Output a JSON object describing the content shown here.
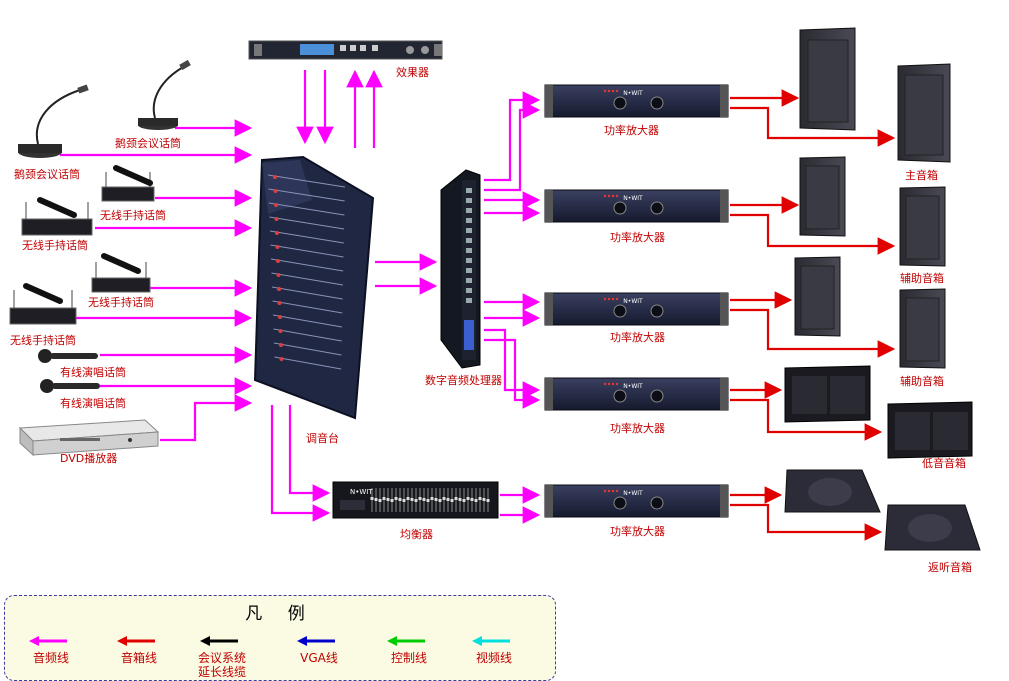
{
  "labels": {
    "effects": "效果器",
    "gooseneck_mic_1": "鹅颈会议话筒",
    "gooseneck_mic_2": "鹅颈会议话筒",
    "wireless_mic_1": "无线手持话筒",
    "wireless_mic_2": "无线手持话筒",
    "wireless_mic_3": "无线手持话筒",
    "wireless_mic_4": "无线手持话筒",
    "wired_mic_1": "有线演唱话筒",
    "wired_mic_2": "有线演唱话筒",
    "dvd": "DVD播放器",
    "mixer": "调音台",
    "processor": "数字音频处理器",
    "equalizer": "均衡器",
    "amp_1": "功率放大器",
    "amp_2": "功率放大器",
    "amp_3": "功率放大器",
    "amp_4": "功率放大器",
    "amp_5": "功率放大器",
    "main_speaker": "主音箱",
    "aux_speaker_1": "辅助音箱",
    "aux_speaker_2": "辅助音箱",
    "subwoofer": "低音音箱",
    "monitor": "返听音箱"
  },
  "device_text": {
    "amp_brand": "N•WIT",
    "eq_brand": "N•WIT"
  },
  "legend": {
    "title": "凡 例",
    "items": [
      {
        "label": "音频线",
        "color": "#ff00ff"
      },
      {
        "label": "音箱线",
        "color": "#e00000"
      },
      {
        "label": "会议系统\n延长线缆",
        "color": "#000000"
      },
      {
        "label": "VGA线",
        "color": "#0000cc"
      },
      {
        "label": "控制线",
        "color": "#00cc00"
      },
      {
        "label": "视频线",
        "color": "#00e0e0"
      }
    ]
  },
  "colors": {
    "audio_line": "#ff00ff",
    "speaker_line": "#e00000",
    "label_text": "#c00000"
  }
}
